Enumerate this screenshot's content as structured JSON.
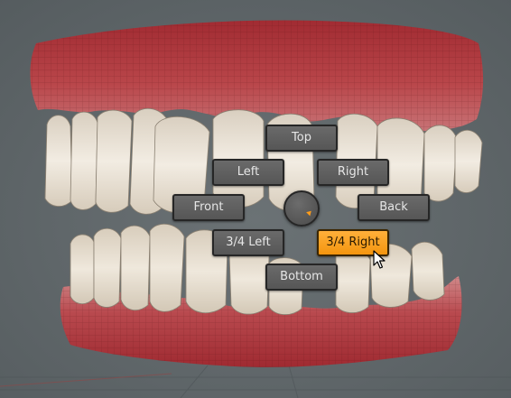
{
  "pie_menu": {
    "top": "Top",
    "left": "Left",
    "right": "Right",
    "front": "Front",
    "back": "Back",
    "three_quarter_left": "3/4 Left",
    "three_quarter_right": "3/4 Right",
    "bottom": "Bottom",
    "active_item": "3/4 Right"
  },
  "colors": {
    "background": "#5e6669",
    "gum": "#b43a3f",
    "tooth": "#ece4d6",
    "active_button": "#f7a02a"
  }
}
